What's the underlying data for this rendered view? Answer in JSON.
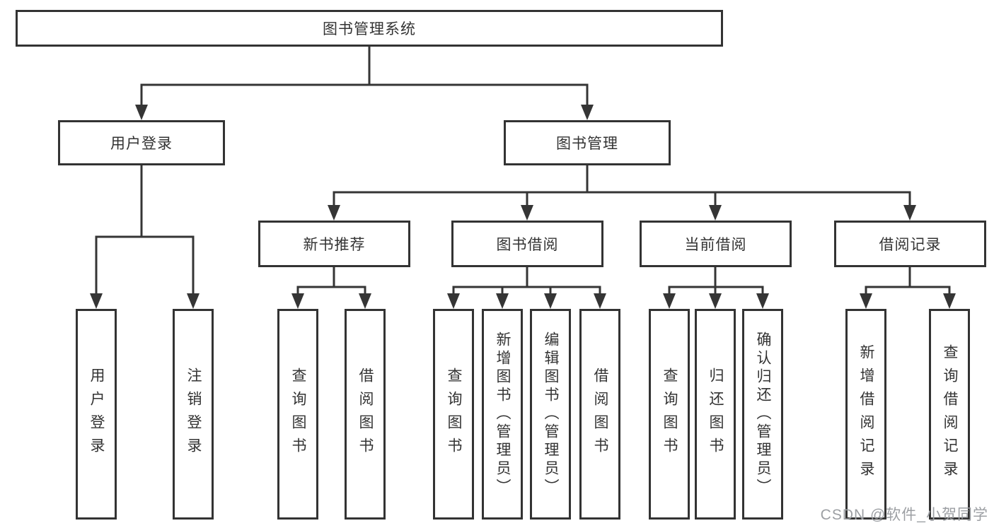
{
  "colors": {
    "line": "#353535",
    "box_border": "#333333",
    "text": "#333333",
    "background": "#ffffff",
    "watermark": "#9c9fa3"
  },
  "watermark": {
    "text": "CSDN @软件_小贺同学"
  },
  "diagram": {
    "root": {
      "label": "图书管理系统"
    },
    "branches": [
      {
        "label": "用户登录",
        "children": [
          {
            "label": "用户登录"
          },
          {
            "label": "注销登录"
          }
        ]
      },
      {
        "label": "图书管理",
        "children": [
          {
            "label": "新书推荐",
            "children": [
              {
                "label": "查询图书"
              },
              {
                "label": "借阅图书"
              }
            ]
          },
          {
            "label": "图书借阅",
            "children": [
              {
                "label": "查询图书"
              },
              {
                "label": "新增图书（管理员）"
              },
              {
                "label": "编辑图书（管理员）"
              },
              {
                "label": "借阅图书"
              }
            ]
          },
          {
            "label": "当前借阅",
            "children": [
              {
                "label": "查询图书"
              },
              {
                "label": "归还图书"
              },
              {
                "label": "确认归还（管理员）"
              }
            ]
          },
          {
            "label": "借阅记录",
            "children": [
              {
                "label": "新增借阅记录"
              },
              {
                "label": "查询借阅记录"
              }
            ]
          }
        ]
      }
    ]
  }
}
